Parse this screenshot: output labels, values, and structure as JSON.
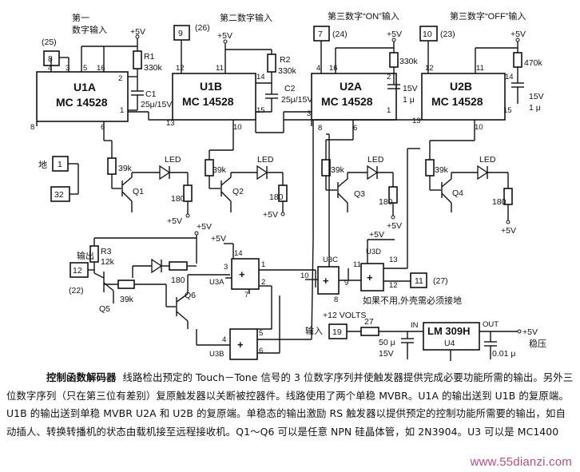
{
  "pins": {
    "p8": "8",
    "p25": "(25)",
    "p9": "9",
    "p26": "(26)",
    "p7": "7",
    "p24": "(24)",
    "p10": "10",
    "p23": "(23)",
    "p1": "1",
    "p32": "32",
    "p12": "12",
    "p22": "(22)",
    "p11": "11",
    "p27": "(27)",
    "p19": "19"
  },
  "labels": {
    "input1": "第一\n数字输入",
    "input2": "第二数字输入",
    "input3": "第三数字“ON”输入",
    "input4": "第三数字“OFF”输入",
    "ground": "地",
    "output": "输出",
    "input": "输入",
    "v12": "+12 VOLTS",
    "regulated": "稳压",
    "unused_note": "如果不用,外壳需必须接地",
    "plus5v": "+5V",
    "out": "OUT",
    "in": "IN"
  },
  "chips": {
    "u1a": {
      "name": "U1A",
      "part": "MC 14528"
    },
    "u1b": {
      "name": "U1B",
      "part": "MC 14528"
    },
    "u2a": {
      "name": "U2A",
      "part": "MC 14528"
    },
    "u2b": {
      "name": "U2B",
      "part": "MC 14528"
    },
    "u3a": "U3A",
    "u3b": "U3B",
    "u3c": "U3C",
    "u3d": "U3D",
    "u4": {
      "name": "U4",
      "part": "LM 309H"
    }
  },
  "components": {
    "r1": "R1",
    "r1v": "330k",
    "r2": "R2",
    "r2v": "330k",
    "r3": "R3",
    "r3v": "12k",
    "c1": "C1",
    "c1v": "25μ/15V",
    "c2": "C2",
    "c2v": "25μ/15V",
    "r330": "330k",
    "r470": "470k",
    "c15v1": "15V",
    "c1u1": "1 μ",
    "c15v2": "15V",
    "c1u2": "1 μ",
    "r39k": "39k",
    "r180": "180",
    "led": "LED",
    "q1": "Q1",
    "q2": "Q2",
    "q3": "Q3",
    "q4": "Q4",
    "q5": "Q5",
    "q6": "Q6",
    "r27": "27",
    "c50u": "50 μ",
    "c50v": "15V",
    "c01u": "0.01 μ"
  },
  "pinnums": {
    "u1a": [
      "4",
      "3",
      "5",
      "16",
      "2",
      "1",
      "8",
      "6"
    ],
    "u1b": [
      "12",
      "11",
      "14",
      "15",
      "13",
      "10"
    ],
    "u2a": [
      "4",
      "16",
      "2",
      "1",
      "3",
      "8",
      "6"
    ],
    "u2b": [
      "12",
      "11",
      "14",
      "15",
      "13",
      "10"
    ],
    "u3": [
      "14",
      "3",
      "1",
      "2",
      "7",
      "4",
      "5",
      "6",
      "10",
      "8",
      "9",
      "11",
      "13",
      "12"
    ]
  },
  "caption": {
    "title": "控制函数解码器",
    "body": "线路检出预定的 Touch－Tone 信号的 3 位数字序列并使触发器提供完成必要功能所需的输出。另外三位数字序列（只在第三位有差别）复原触发器以关断被控器件。线路使用了两个单稳 MVBR。U1A 的输出送到 U1B 的复原端。U1B 的输出送到单稳 MVBR U2A 和 U2B 的复原端。单稳态的输出激励 RS 触发器以提供预定的控制功能所需要的输出，如自动插人、转换转播机的状态由载机接至远程接收机。Q1～Q6 可以是任意 NPN 硅晶体管，如 2N3904。U3 可以是 MC1400"
  },
  "watermark": "www.55dianzi.com"
}
